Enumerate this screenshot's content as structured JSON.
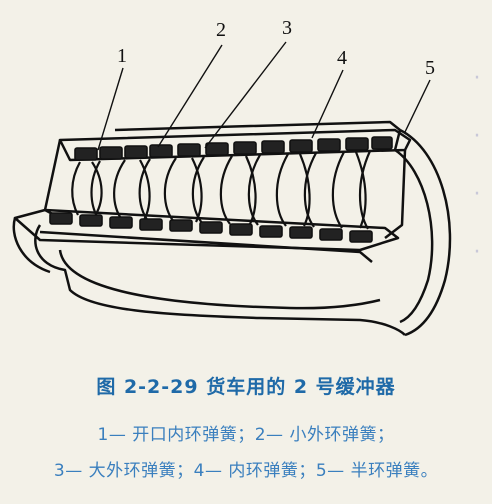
{
  "figure": {
    "callouts": [
      "1",
      "2",
      "3",
      "4",
      "5"
    ],
    "caption_title": "图 2-2-29   货车用的 2 号缓冲器",
    "legend_line_1": "1— 开口内环弹簧；2— 小外环弹簧；",
    "legend_line_2": "3— 大外环弹簧；4— 内环弹簧；5— 半环弹簧。"
  },
  "colors": {
    "line": "#111111",
    "caption_title": "#1f6aa8",
    "legend_text": "#3a7fbe",
    "background": "#f3f1e8"
  }
}
